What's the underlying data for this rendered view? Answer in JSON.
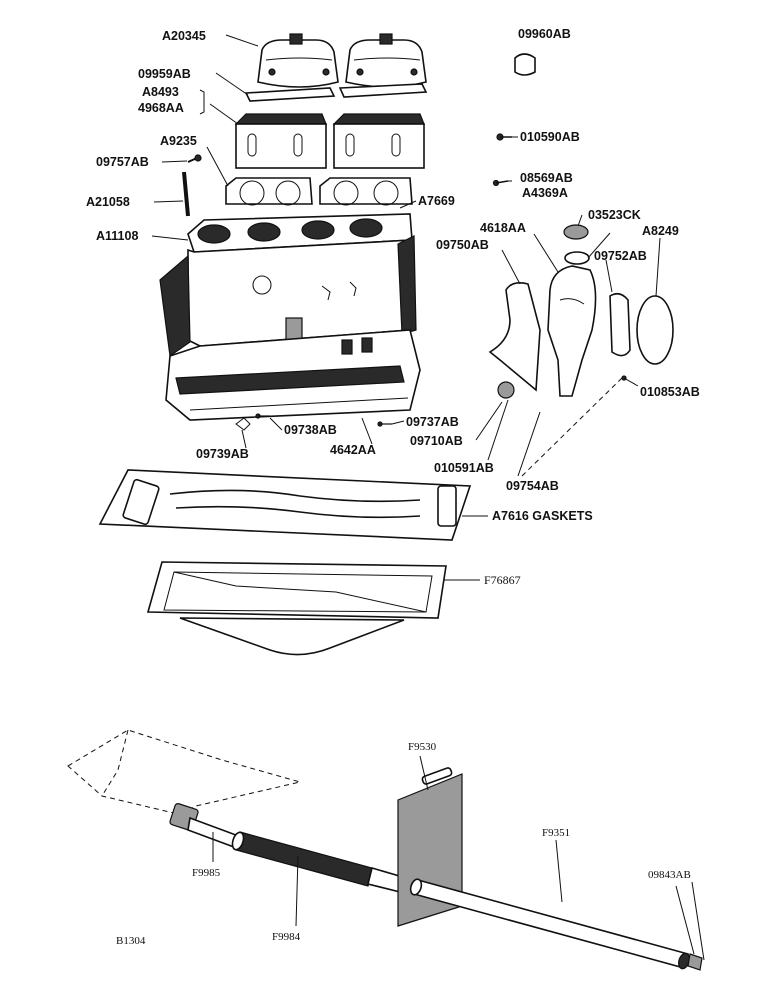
{
  "engine_labels": {
    "head_cover": "A20345",
    "cover_gasket": "09959AB",
    "head_l1": "A8493",
    "head_l2": "4968AA",
    "head_gasket": "A9235",
    "stud": "09757AB",
    "long_stud": "A21058",
    "block": "A11108",
    "head_gasket_right": "A7669",
    "cap": "09960AB",
    "bolt_top": "010590AB",
    "bolt_mid": "08569AB",
    "oil_part": "A4369A",
    "timing_cover": "4618AA",
    "cover_plate": "09750AB",
    "plug": "03523CK",
    "ring_gasket": "09752AB",
    "plate": "A8249",
    "screw_right": "010853AB",
    "screw_bottom": "09737AB",
    "oil_line": "09738AB",
    "fitting": "09739AB",
    "tube": "4642AA",
    "plug_bottom": "09710AB",
    "cup": "010591AB",
    "bolts": "09754AB",
    "gaskets": "A7616 GASKETS",
    "oil_pan": "F76867"
  },
  "exhaust_labels": {
    "bracket": "F9530",
    "pipe": "F9351",
    "clamp": "F9985",
    "muffler": "F9984",
    "tail_nut": "09843AB",
    "ref": "B1304"
  }
}
